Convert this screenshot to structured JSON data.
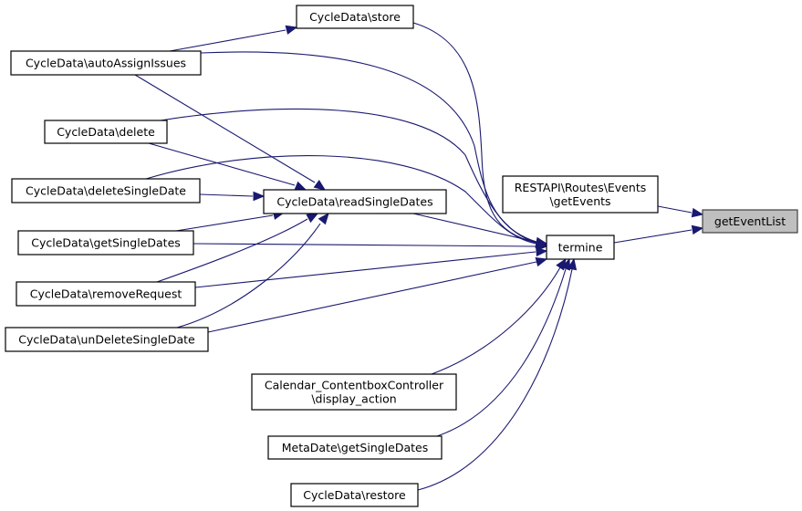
{
  "diagram": {
    "type": "caller-graph",
    "edge_color": "#191970",
    "highlight_fill": "#bfbfbf",
    "nodes": [
      {
        "id": "store",
        "lines": [
          "CycleData\\store"
        ]
      },
      {
        "id": "autoAssignIssues",
        "lines": [
          "CycleData\\autoAssignIssues"
        ]
      },
      {
        "id": "delete",
        "lines": [
          "CycleData\\delete"
        ]
      },
      {
        "id": "deleteSingleDate",
        "lines": [
          "CycleData\\deleteSingleDate"
        ]
      },
      {
        "id": "readSingleDates",
        "lines": [
          "CycleData\\readSingleDates"
        ]
      },
      {
        "id": "getSingleDates",
        "lines": [
          "CycleData\\getSingleDates"
        ]
      },
      {
        "id": "removeRequest",
        "lines": [
          "CycleData\\removeRequest"
        ]
      },
      {
        "id": "unDeleteSingleDate",
        "lines": [
          "CycleData\\unDeleteSingleDate"
        ]
      },
      {
        "id": "getEvents",
        "lines": [
          "RESTAPI\\Routes\\Events",
          "\\getEvents"
        ]
      },
      {
        "id": "getEventList",
        "lines": [
          "getEventList"
        ],
        "highlighted": true
      },
      {
        "id": "termine",
        "lines": [
          "termine"
        ]
      },
      {
        "id": "displayAction",
        "lines": [
          "Calendar_ContentboxController",
          "\\display_action"
        ]
      },
      {
        "id": "metaGetSingleDates",
        "lines": [
          "MetaDate\\getSingleDates"
        ]
      },
      {
        "id": "restore",
        "lines": [
          "CycleData\\restore"
        ]
      }
    ],
    "edges": [
      {
        "from": "autoAssignIssues",
        "to": "store"
      },
      {
        "from": "autoAssignIssues",
        "to": "termine"
      },
      {
        "from": "autoAssignIssues",
        "to": "readSingleDates"
      },
      {
        "from": "store",
        "to": "termine"
      },
      {
        "from": "delete",
        "to": "termine"
      },
      {
        "from": "delete",
        "to": "readSingleDates"
      },
      {
        "from": "deleteSingleDate",
        "to": "termine"
      },
      {
        "from": "deleteSingleDate",
        "to": "readSingleDates"
      },
      {
        "from": "getSingleDates",
        "to": "readSingleDates"
      },
      {
        "from": "getSingleDates",
        "to": "termine"
      },
      {
        "from": "removeRequest",
        "to": "readSingleDates"
      },
      {
        "from": "removeRequest",
        "to": "termine"
      },
      {
        "from": "unDeleteSingleDate",
        "to": "readSingleDates"
      },
      {
        "from": "unDeleteSingleDate",
        "to": "termine"
      },
      {
        "from": "readSingleDates",
        "to": "termine"
      },
      {
        "from": "displayAction",
        "to": "termine"
      },
      {
        "from": "metaGetSingleDates",
        "to": "termine"
      },
      {
        "from": "restore",
        "to": "termine"
      },
      {
        "from": "getEvents",
        "to": "getEventList"
      },
      {
        "from": "termine",
        "to": "getEventList"
      }
    ]
  }
}
